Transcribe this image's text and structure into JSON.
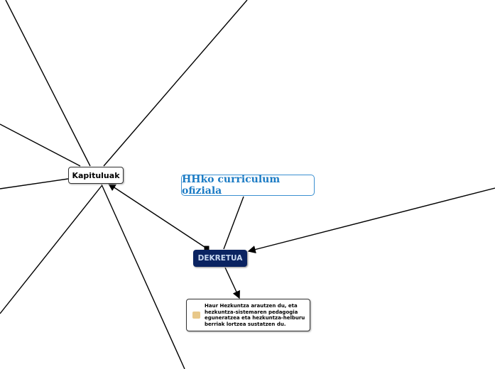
{
  "nodes": {
    "kapituluak": "Kapituluak",
    "curriculum": "HHko curriculum ofiziala",
    "dekretua": "DEKRETUA",
    "note": "Haur Hezkuntza arautzen du, eta hezkuntza-sistemaren pedagogia eguneratzea eta hezkuntza-helburu berriak lortzea sustatzen du."
  },
  "colors": {
    "dekretua_bg": "#0a2361",
    "curriculum_text": "#1b7bc4"
  }
}
